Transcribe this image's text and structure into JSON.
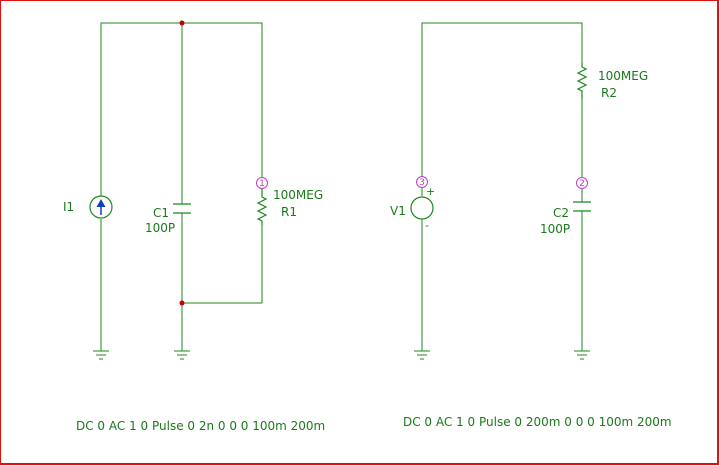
{
  "circuit": {
    "left": {
      "source_name": "I1",
      "cap_name": "C1",
      "cap_value": "100P",
      "res_name": "R1",
      "res_value": "100MEG",
      "node_label": "1",
      "spec": "DC 0 AC 1 0 Pulse 0 2n 0 0 0 100m 200m"
    },
    "right": {
      "source_name": "V1",
      "source_plus": "+",
      "source_minus": "-",
      "res_name": "R2",
      "res_value": "100MEG",
      "cap_name": "C2",
      "cap_value": "100P",
      "node_source_label": "3",
      "node_cap_label": "2",
      "spec": "DC 0 AC 1 0 Pulse 0 200m 0 0 0 100m 200m"
    }
  },
  "colors": {
    "wire": "#1a8a1a",
    "node": "#c040c0",
    "junction": "#c00000",
    "border": "#e01010",
    "source_fill": "#1040c0"
  }
}
